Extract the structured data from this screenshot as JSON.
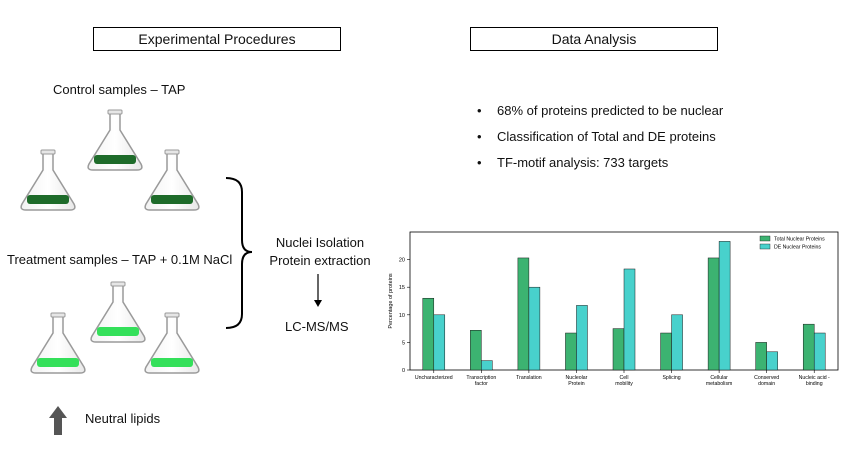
{
  "left_title": "Experimental Procedures",
  "right_title": "Data Analysis",
  "control_label": "Control samples – TAP",
  "treatment_label": "Treatment samples – TAP + 0.1M NaCl",
  "process_line1": "Nuclei Isolation",
  "process_line2": "Protein extraction",
  "output_label": "LC-MS/MS",
  "lipid_label": "Neutral lipids",
  "bullets": [
    "68% of proteins predicted to be nuclear",
    "Classification of Total and DE proteins",
    "TF-motif analysis: 733 targets"
  ],
  "colors": {
    "control_liquid": "#1e6b2a",
    "treatment_liquid": "#34e05a",
    "total_bar": "#3cb371",
    "de_bar": "#48d1cc",
    "arrow_up": "#555555"
  },
  "chart_data": {
    "type": "bar",
    "categories": [
      "Uncharacterized",
      "Transcription factor",
      "Translation",
      "Nucleolar Protein",
      "Cell mobility",
      "Splicing",
      "Cellular metabolism",
      "Conserved domain",
      "Nucleic acid - binding"
    ],
    "category_lines": [
      [
        "Uncharacterized"
      ],
      [
        "Transcription",
        "factor"
      ],
      [
        "Translation"
      ],
      [
        "Nucleolar",
        "Protein"
      ],
      [
        "Cell",
        "mobility"
      ],
      [
        "Splicing"
      ],
      [
        "Cellular",
        "metabolism"
      ],
      [
        "Conserved",
        "domain"
      ],
      [
        "Nucleic acid -",
        "binding"
      ]
    ],
    "series": [
      {
        "name": "Total Nuclear Proteins",
        "values": [
          13.0,
          7.2,
          20.3,
          6.7,
          7.5,
          6.7,
          20.3,
          5.0,
          8.3
        ]
      },
      {
        "name": "DE Nuclear Proteins",
        "values": [
          10.0,
          1.7,
          15.0,
          11.7,
          18.3,
          10.0,
          23.3,
          3.3,
          6.7
        ]
      }
    ],
    "ylabel": "Percentage of proteins",
    "ylim": [
      0,
      25
    ],
    "yticks": [
      0,
      5,
      10,
      15,
      20
    ],
    "legend": "top-right",
    "grid": false
  }
}
